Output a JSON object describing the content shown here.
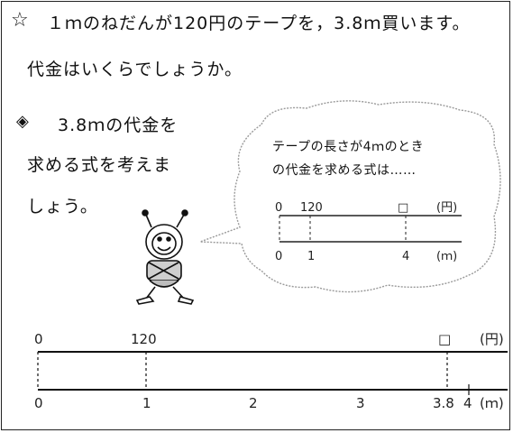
{
  "problem": {
    "star": "☆",
    "line1": "１ｍのねだんが120円のテープを，3.8ｍ買います。",
    "line2": "代金はいくらでしょうか。"
  },
  "step": {
    "marker": "◈",
    "line1": "3.8ｍの代金を",
    "line2": "求める式を考えま",
    "line3": "しょう。"
  },
  "bubble": {
    "line1": "テープの長さが4ｍのとき",
    "line2": "の代金を求める式は……",
    "top_labels": [
      "0",
      "120",
      "□",
      "(円)"
    ],
    "bottom_labels": [
      "0",
      "1",
      "4",
      "(ｍ)"
    ]
  },
  "diagram": {
    "top_labels": [
      "0",
      "120",
      "□",
      "(円)"
    ],
    "bottom_labels": [
      "0",
      "1",
      "2",
      "3",
      "3.8",
      "4",
      "(ｍ)"
    ]
  }
}
